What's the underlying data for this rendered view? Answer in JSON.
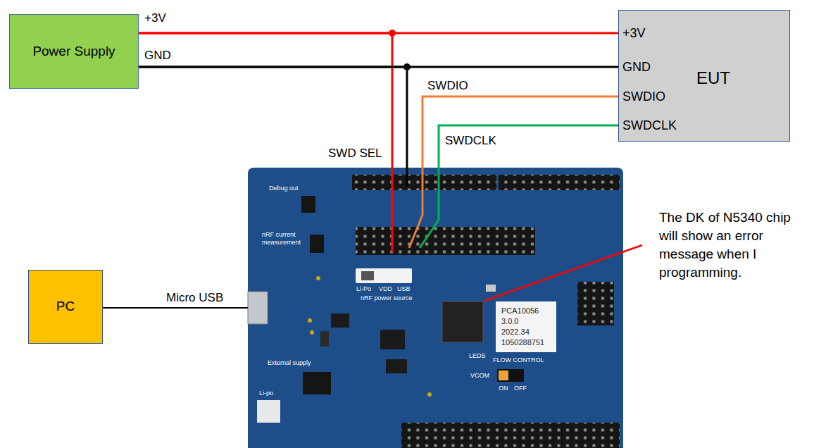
{
  "diagram": {
    "nodes": [
      {
        "text": [
          "Power Supply"
        ]
      },
      {
        "text": [
          "EUT",
          "+3V",
          "GND",
          "SWDIO",
          "SWDCLK"
        ]
      },
      {
        "text": [
          "PCA10056 3.0.0 2022.34 1050288751"
        ]
      },
      {
        "text": [
          "PC"
        ]
      }
    ],
    "edges": [
      {
        "from": 0,
        "to": 1,
        "arrow": "none",
        "label": "+3V"
      },
      {
        "from": 0,
        "to": 1,
        "arrow": "none",
        "label": "GND"
      },
      {
        "from": 0,
        "to": 2,
        "arrow": "none",
        "label": "SWD SEL"
      },
      {
        "from": 0,
        "to": 2,
        "arrow": "none"
      },
      {
        "from": 2,
        "to": 1,
        "arrow": "none",
        "label": "SWDIO"
      },
      {
        "from": 2,
        "to": 1,
        "arrow": "none",
        "label": "SWDCLK"
      },
      {
        "from": 3,
        "to": 2,
        "arrow": "none",
        "label": "Micro USB"
      }
    ],
    "labels": [
      "The DK of N5340 chip will show an error message when I programming.",
      "Debug out",
      "nRF current measurement",
      "Li-Po",
      "VDD",
      "USB",
      "nRF power source",
      "External supply",
      "Li-po",
      "LEDS",
      "FLOW CONTROL",
      "VCOM",
      "ON",
      "OFF"
    ]
  }
}
